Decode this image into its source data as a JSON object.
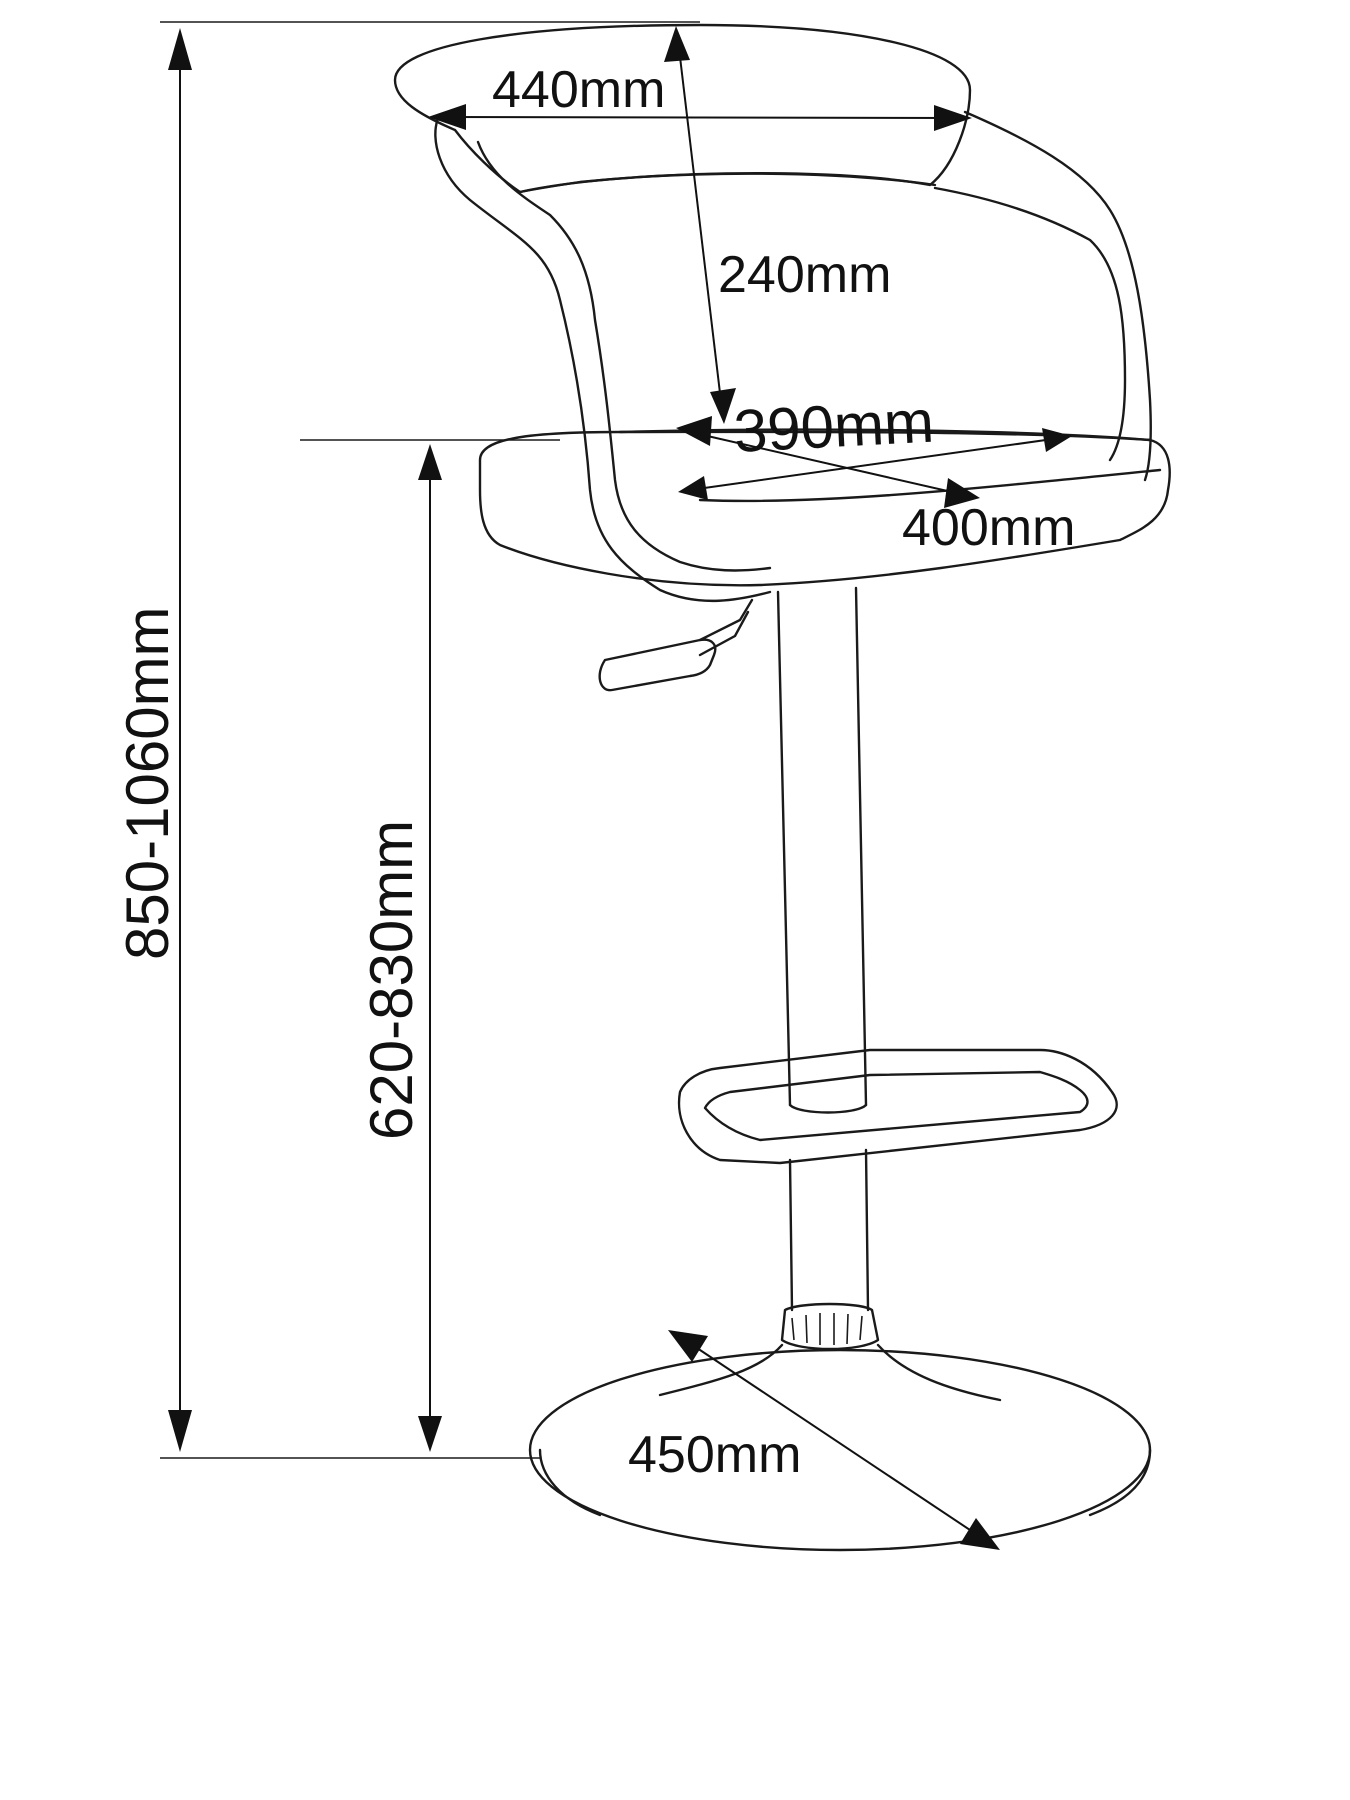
{
  "dimensions": {
    "overall_height": "850-1060mm",
    "seat_height": "620-830mm",
    "back_width": "440mm",
    "back_height": "240mm",
    "seat_width": "390mm",
    "seat_depth": "400mm",
    "base_diameter": "450mm"
  }
}
